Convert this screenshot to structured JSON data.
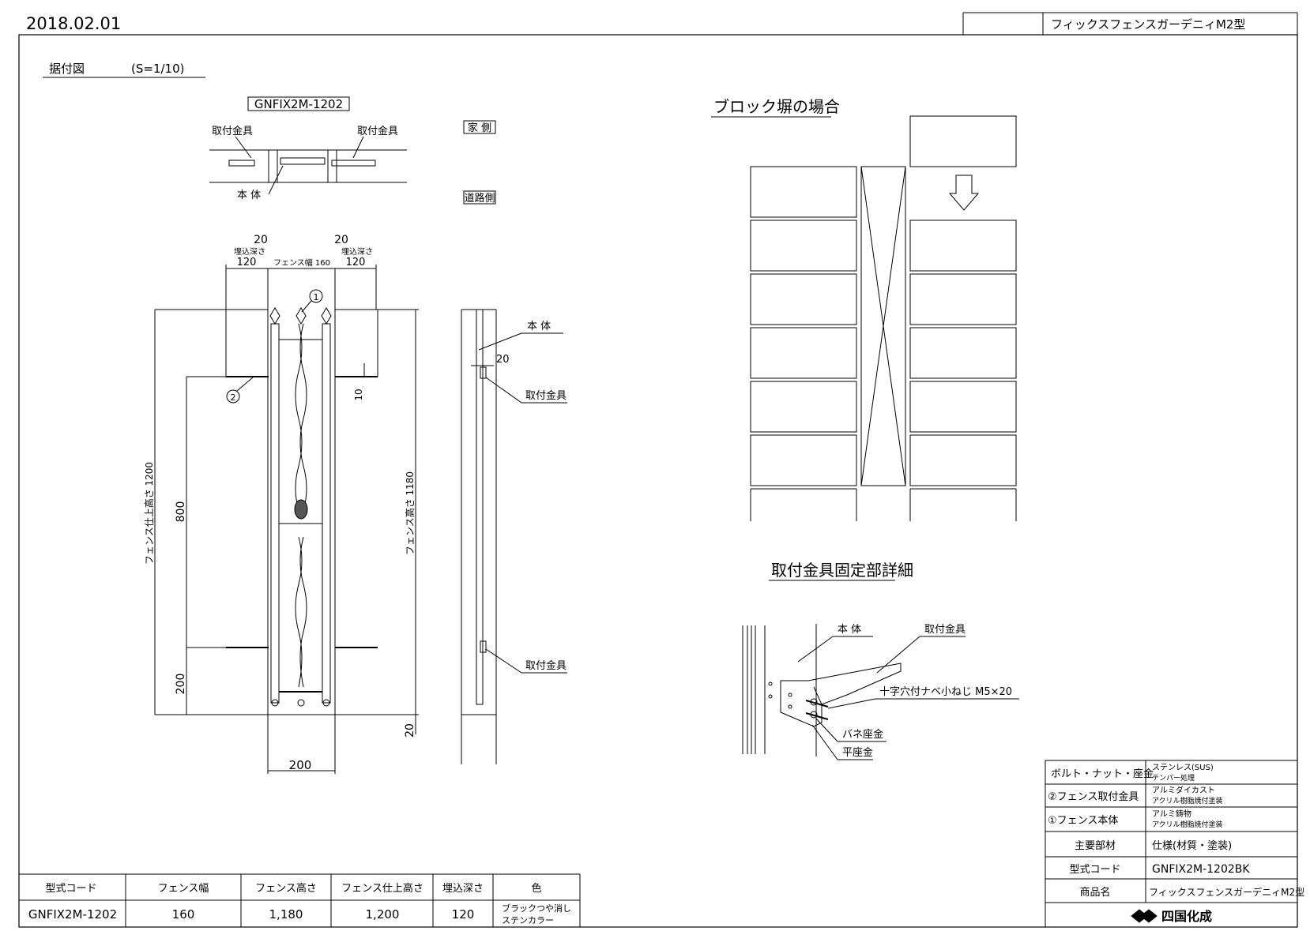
{
  "header": {
    "date": "2018.02.01",
    "product_title": "フィックスフェンスガーデニィM2型"
  },
  "section": {
    "title": "据付図",
    "scale": "(S=1/10)"
  },
  "plan_view": {
    "model_code": "GNFIX2M-1202",
    "bracket_left": "取付金具",
    "bracket_right": "取付金具",
    "body": "本 体",
    "house_side": "家 側",
    "road_side": "道路側"
  },
  "front_view": {
    "dim_20_left": "20",
    "dim_20_right": "20",
    "embed_depth_left": "埋込深さ",
    "embed_depth_right": "埋込深さ",
    "dim_120_left": "120",
    "dim_120_right": "120",
    "fence_width_label": "フェンス幅 160",
    "callout_1": "1",
    "callout_2": "2",
    "finished_height": "フェンス仕上高さ 1200",
    "dim_800": "800",
    "dim_200_vertical": "200",
    "dim_10": "10",
    "fence_height": "フェンス高さ 1180",
    "dim_20_bottom": "20",
    "dim_200_bottom": "200"
  },
  "side_view": {
    "body": "本 体",
    "dim_20": "20",
    "bracket_top": "取付金具",
    "bracket_bottom": "取付金具"
  },
  "block_section": {
    "title": "ブロック塀の場合"
  },
  "detail_section": {
    "title": "取付金具固定部詳細",
    "body": "本 体",
    "bracket": "取付金具",
    "screw": "十字穴付ナベ小ねじ M5×20",
    "spring_washer": "バネ座金",
    "flat_washer": "平座金"
  },
  "spec_table": {
    "rows": [
      {
        "part": "ボルト・ナット・座金",
        "spec1": "ステンレス(SUS)",
        "spec2": "テンパー処理"
      },
      {
        "part": "②フェンス取付金具",
        "spec1": "アルミダイカスト",
        "spec2": "アクリル樹脂焼付塗装"
      },
      {
        "part": "①フェンス本体",
        "spec1": "アルミ鋳物",
        "spec2": "アクリル樹脂焼付塗装"
      }
    ],
    "header_part": "主要部材",
    "header_spec": "仕様(材質・塗装)",
    "model_label": "型式コード",
    "model_value": "GNFIX2M-1202BK",
    "name_label": "商品名",
    "name_value": "フィックスフェンスガーデニィM2型",
    "company": "四国化成"
  },
  "bottom_table": {
    "headers": [
      "型式コード",
      "フェンス幅",
      "フェンス高さ",
      "フェンス仕上高さ",
      "埋込深さ",
      "色"
    ],
    "row": [
      "GNFIX2M-1202",
      "160",
      "1,180",
      "1,200",
      "120",
      "ブラックつや消し",
      "ステンカラー"
    ]
  }
}
